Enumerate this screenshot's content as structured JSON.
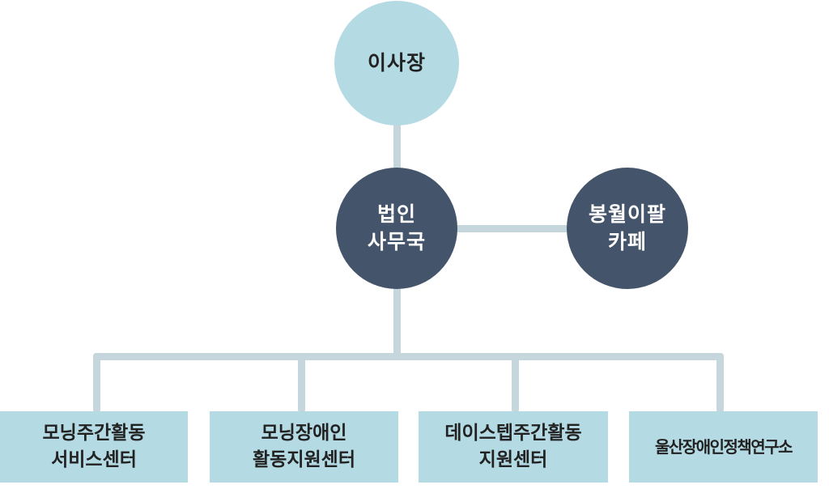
{
  "colors": {
    "light_node": "#b4dae3",
    "dark_node": "#44546a",
    "connector": "#c5d7dc",
    "dark_text": "#222222",
    "light_text": "#ffffff"
  },
  "nodes": {
    "chairman": {
      "label": "이사장"
    },
    "corporate_office": {
      "label": "법인\n사무국"
    },
    "cafe": {
      "label": "봉월이팔\n카페"
    }
  },
  "units": [
    {
      "label": "모닝주간활동\n서비스센터"
    },
    {
      "label": "모닝장애인\n활동지원센터"
    },
    {
      "label": "데이스텝주간활동\n지원센터"
    },
    {
      "label": "울산장애인정책연구소"
    }
  ]
}
